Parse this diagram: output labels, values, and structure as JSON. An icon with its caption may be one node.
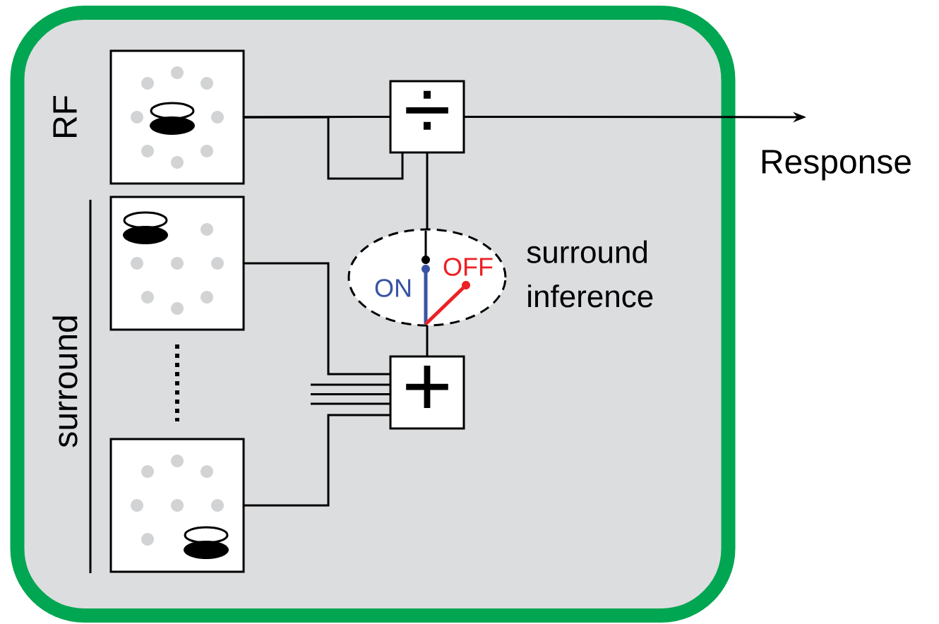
{
  "diagram": {
    "nodes": [
      {
        "text": [],
        "shape": "box"
      },
      {
        "text": [],
        "shape": "picture",
        "in": 0
      },
      {
        "text": [],
        "shape": "picture",
        "in": 0
      },
      {
        "text": [],
        "shape": "picture",
        "in": 0
      },
      {
        "text": [
          "÷"
        ],
        "in": 0
      },
      {
        "text": [
          "+"
        ],
        "in": 0
      },
      {
        "text": [
          "ON",
          "OFF"
        ],
        "beside": [
          "surround inference"
        ],
        "in": 0
      }
    ],
    "edges": [
      {
        "from": 1,
        "to": 4,
        "arrow": "none"
      },
      {
        "from": 1,
        "to": 4,
        "arrow": "none"
      },
      {
        "from": 4,
        "to": 6,
        "arrow": "none"
      },
      {
        "from": 6,
        "to": 5,
        "arrow": "none"
      },
      {
        "from": 2,
        "to": 5,
        "arrow": "none"
      },
      {
        "from": null,
        "to": 5,
        "arrow": "none"
      },
      {
        "from": null,
        "to": 5,
        "arrow": "none"
      },
      {
        "from": null,
        "to": 5,
        "arrow": "none"
      },
      {
        "from": 3,
        "to": 5,
        "arrow": "none"
      },
      {
        "from": 4,
        "to": null,
        "arrow": "to"
      }
    ],
    "labels": [
      "RF",
      "surround",
      "Response"
    ]
  }
}
